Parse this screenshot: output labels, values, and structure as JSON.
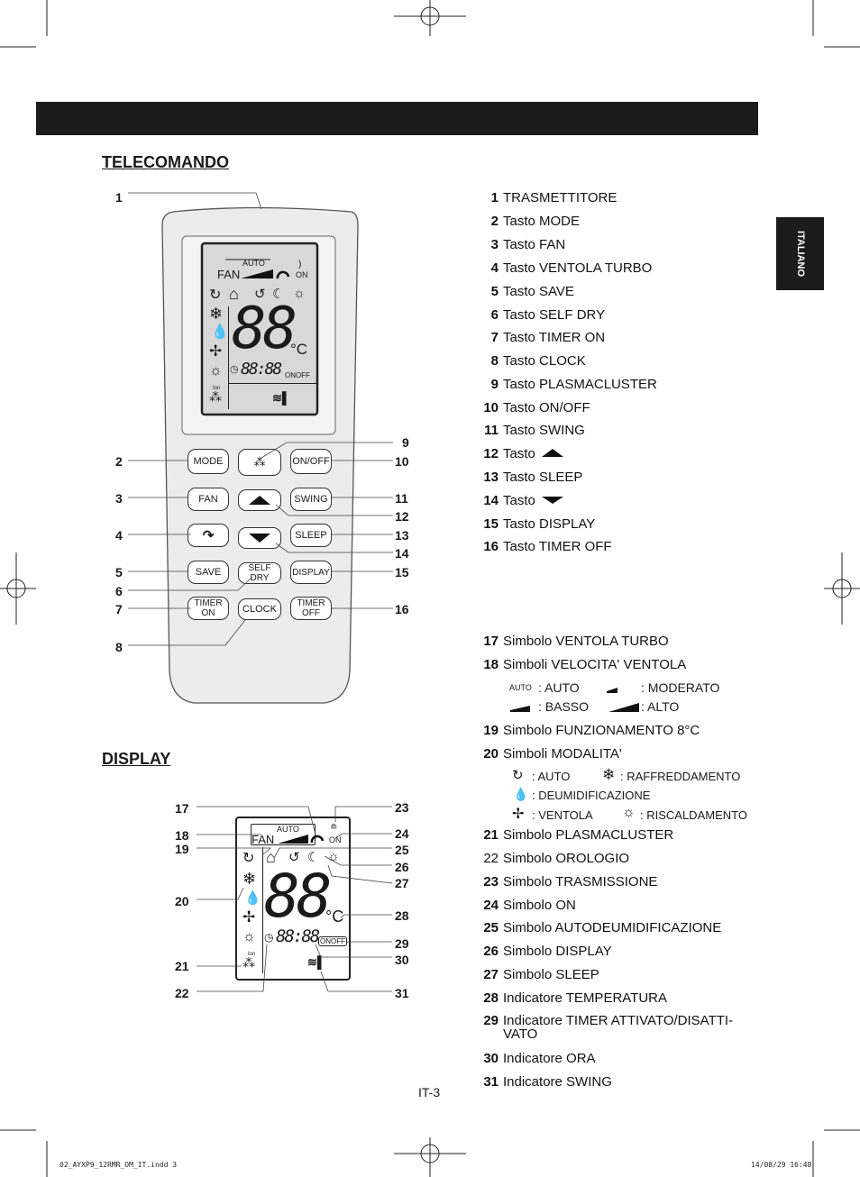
{
  "header": {
    "section_label": "ITALIANO"
  },
  "remote": {
    "heading": "TELECOMANDO",
    "buttons": {
      "mode": "MODE",
      "onoff": "ON/OFF",
      "fan": "FAN",
      "swing": "SWING",
      "sleep": "SLEEP",
      "save": "SAVE",
      "selfdry": "SELF DRY",
      "display": "DISPLAY",
      "timeron": "TIMER ON",
      "clock": "CLOCK",
      "timeroff": "TIMER OFF"
    },
    "lcd": {
      "fan": "FAN",
      "auto": "AUTO",
      "on": "ON",
      "digits": "88",
      "unit": "°C",
      "time": "88:88",
      "onoff": "ONOFF",
      "ion": "Ion"
    },
    "callouts": [
      "1",
      "2",
      "3",
      "4",
      "5",
      "6",
      "7",
      "8",
      "9",
      "10",
      "11",
      "12",
      "13",
      "14",
      "15",
      "16"
    ],
    "legend": [
      {
        "n": "1",
        "text": "TRASMETTITORE"
      },
      {
        "n": "2",
        "text": "Tasto MODE"
      },
      {
        "n": "3",
        "text": "Tasto FAN"
      },
      {
        "n": "4",
        "text": "Tasto VENTOLA TURBO"
      },
      {
        "n": "5",
        "text": "Tasto SAVE"
      },
      {
        "n": "6",
        "text": "Tasto SELF DRY"
      },
      {
        "n": "7",
        "text": "Tasto TIMER ON"
      },
      {
        "n": "8",
        "text": "Tasto CLOCK"
      },
      {
        "n": "9",
        "text": "Tasto PLASMACLUSTER"
      },
      {
        "n": "10",
        "text": "Tasto ON/OFF"
      },
      {
        "n": "11",
        "text": "Tasto SWING"
      },
      {
        "n": "12",
        "text": "Tasto"
      },
      {
        "n": "13",
        "text": "Tasto SLEEP"
      },
      {
        "n": "14",
        "text": "Tasto"
      },
      {
        "n": "15",
        "text": "Tasto DISPLAY"
      },
      {
        "n": "16",
        "text": "Tasto TIMER OFF"
      }
    ]
  },
  "display": {
    "heading": "DISPLAY",
    "lcd": {
      "fan": "FAN",
      "auto": "AUTO",
      "on": "ON",
      "digits": "88",
      "unit": "°C",
      "time": "88:88",
      "onoff": "ONOFF",
      "ion": "Ion"
    },
    "callouts": [
      "17",
      "18",
      "19",
      "20",
      "21",
      "22",
      "23",
      "24",
      "25",
      "26",
      "27",
      "28",
      "29",
      "30",
      "31"
    ],
    "legend": [
      {
        "n": "17",
        "text": "Simbolo VENTOLA TURBO"
      },
      {
        "n": "18",
        "text": "Simboli VELOCITA' VENTOLA"
      },
      {
        "n": "19",
        "text": "Simbolo FUNZIONAMENTO 8°C"
      },
      {
        "n": "20",
        "text": "Simboli MODALITA'"
      },
      {
        "n": "21",
        "text": "Simbolo PLASMACLUSTER"
      },
      {
        "n": "22",
        "text": "Simbolo OROLOGIO"
      },
      {
        "n": "23",
        "text": "Simbolo TRASMISSIONE"
      },
      {
        "n": "24",
        "text": "Simbolo ON"
      },
      {
        "n": "25",
        "text": "Simbolo AUTODEUMIDIFICAZIONE"
      },
      {
        "n": "26",
        "text": "Simbolo DISPLAY"
      },
      {
        "n": "27",
        "text": "Simbolo SLEEP"
      },
      {
        "n": "28",
        "text": "Indicatore TEMPERATURA"
      },
      {
        "n": "29",
        "text": "Indicatore TIMER ATTIVATO/DISATTI-\nVATO"
      },
      {
        "n": "30",
        "text": "Indicatore ORA"
      },
      {
        "n": "31",
        "text": "Indicatore SWING"
      }
    ],
    "fan_speeds": {
      "auto_icon": "AUTO",
      "auto": ": AUTO",
      "moderate": ": MODERATO",
      "low": ": BASSO",
      "high": ": ALTO"
    },
    "modes": {
      "auto": ": AUTO",
      "cool": ": RAFFREDDAMENTO",
      "dry": ": DEUMIDIFICAZIONE",
      "fan": ": VENTOLA",
      "heat": ": RISCALDAMENTO"
    }
  },
  "footer": {
    "page": "IT-3",
    "file": "02_AYXP9_12RMR_OM_IT.indd   3",
    "date": "14/08/29   16:48"
  }
}
